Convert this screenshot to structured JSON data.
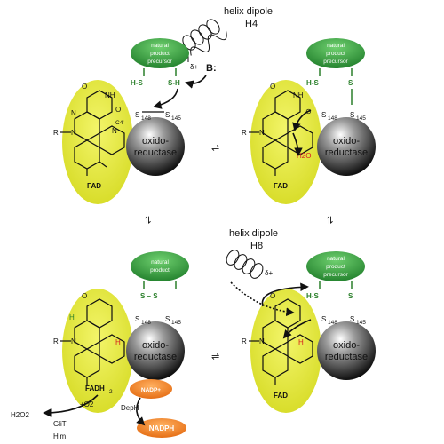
{
  "labels": {
    "helix_dipole": "helix dipole",
    "h4": "H4",
    "h8": "H8",
    "delta_plus": "δ+",
    "base": "B:",
    "np_line1": "natural",
    "np_line2": "product",
    "np_line3": "precursor",
    "hs": "H-S",
    "sh": "S-H",
    "hs2": "H-S",
    "s": "S",
    "s_s": "S – S",
    "s148": "S",
    "s145": "S",
    "sub148": "148",
    "sub145": "145",
    "c4": "C4'",
    "r": "R",
    "n": "N",
    "nh": "NH",
    "o": "O",
    "h": "H",
    "oxido": "oxido-",
    "reductase": "reductase",
    "fad": "FAD",
    "fadh2": "FADH",
    "sub2": "2",
    "h2o": "H2O",
    "minus": "⊖",
    "nadp_plus": "NADP+",
    "nadph": "NADPH",
    "deph": "DepH",
    "o2": "+O2",
    "h2o2": "H2O2",
    "glit": "GliT",
    "hlml": "HlmI",
    "equilibrium": "⇌"
  },
  "colors": {
    "flavin": "#e6ea2e",
    "np_green": "#2e9e3a",
    "nadp_orange": "#f0862c",
    "green_text": "#2a7f2a",
    "red_text": "#d61f1f"
  }
}
